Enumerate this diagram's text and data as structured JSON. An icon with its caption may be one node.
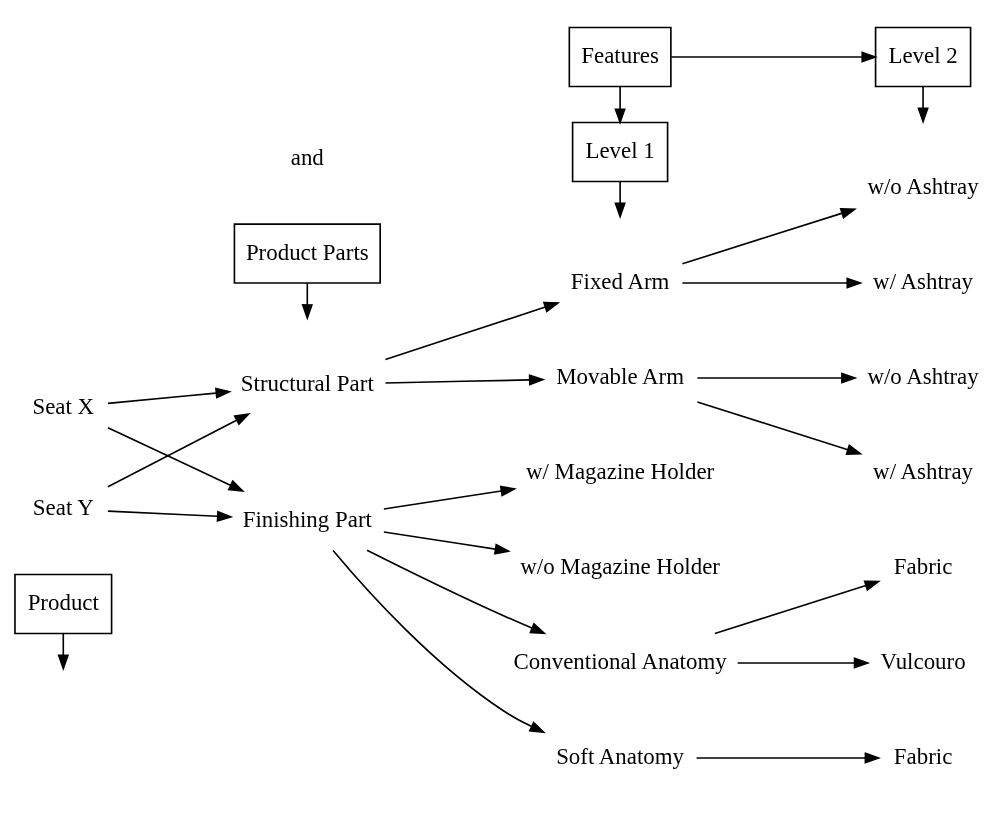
{
  "diagram": {
    "nodes": [
      {
        "text": [
          "Product"
        ]
      },
      {
        "text": [
          "Product Parts"
        ]
      },
      {
        "text": [
          "Features"
        ]
      },
      {
        "text": [
          "Level 1"
        ]
      },
      {
        "text": [
          "Level 2"
        ]
      },
      {
        "text": [
          "Seat X"
        ]
      },
      {
        "text": [
          "Seat Y"
        ]
      },
      {
        "text": [
          "Structural Part"
        ]
      },
      {
        "text": [
          "Finishing Part"
        ]
      },
      {
        "text": [
          "Fixed Arm"
        ]
      },
      {
        "text": [
          "Movable Arm"
        ]
      },
      {
        "text": [
          "w/ Ashtray"
        ]
      },
      {
        "text": [
          "w/o Ashtray"
        ]
      },
      {
        "text": [
          "w/ Ashtray"
        ]
      },
      {
        "text": [
          "w/o Ashtray"
        ]
      },
      {
        "text": [
          "Conventional Anatomy"
        ]
      },
      {
        "text": [
          "Soft Anatomy"
        ]
      },
      {
        "text": [
          "Vulcouro"
        ]
      },
      {
        "text": [
          "Fabric"
        ]
      },
      {
        "text": [
          "Fabric"
        ]
      },
      {
        "text": [
          "w/ Magazine Holder"
        ]
      },
      {
        "text": [
          "w/o Magazine Holder"
        ]
      }
    ],
    "edges": [
      {
        "from": 0,
        "to": null,
        "arrow": "to"
      },
      {
        "from": 1,
        "to": null,
        "arrow": "to"
      },
      {
        "from": 2,
        "to": 3,
        "arrow": "to"
      },
      {
        "from": 2,
        "to": 4,
        "arrow": "to"
      },
      {
        "from": 3,
        "to": null,
        "arrow": "to"
      },
      {
        "from": 4,
        "to": null,
        "arrow": "to"
      },
      {
        "from": 5,
        "to": 7,
        "arrow": "to"
      },
      {
        "from": 5,
        "to": 8,
        "arrow": "to"
      },
      {
        "from": 6,
        "to": 7,
        "arrow": "to"
      },
      {
        "from": 6,
        "to": 8,
        "arrow": "to"
      },
      {
        "from": 7,
        "to": 9,
        "arrow": "to"
      },
      {
        "from": 7,
        "to": 10,
        "arrow": "to"
      },
      {
        "from": 9,
        "to": 11,
        "arrow": "to"
      },
      {
        "from": 9,
        "to": 12,
        "arrow": "to"
      },
      {
        "from": 10,
        "to": 13,
        "arrow": "to"
      },
      {
        "from": 10,
        "to": 14,
        "arrow": "to"
      },
      {
        "from": 8,
        "to": 15,
        "arrow": "to"
      },
      {
        "from": 8,
        "to": 16,
        "arrow": "to"
      },
      {
        "from": 15,
        "to": 17,
        "arrow": "to"
      },
      {
        "from": 15,
        "to": 18,
        "arrow": "to"
      },
      {
        "from": 16,
        "to": 19,
        "arrow": "to"
      },
      {
        "from": 8,
        "to": 20,
        "arrow": "to"
      },
      {
        "from": 8,
        "to": 21,
        "arrow": "to"
      }
    ],
    "labels": [
      "and"
    ]
  }
}
